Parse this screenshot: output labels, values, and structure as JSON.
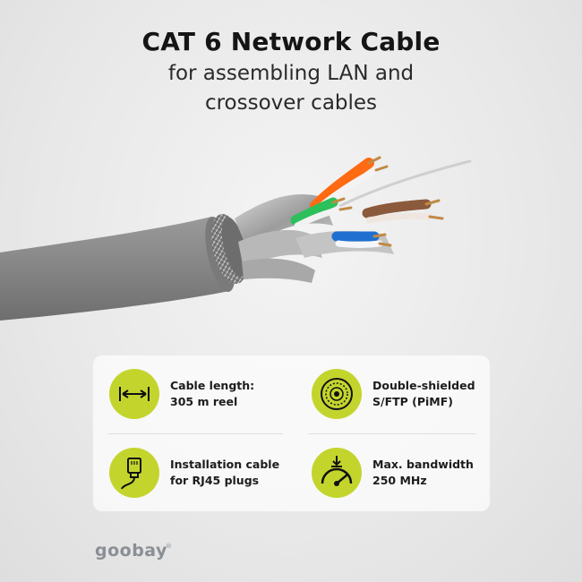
{
  "header": {
    "title": "CAT 6 Network Cable",
    "subtitle_line1": "for assembling LAN and",
    "subtitle_line2": "crossover cables"
  },
  "features": [
    {
      "icon": "length-arrows-icon",
      "line1": "Cable length:",
      "line2": "305 m reel"
    },
    {
      "icon": "shield-braid-icon",
      "line1": "Double-shielded",
      "line2": "S/FTP (PiMF)"
    },
    {
      "icon": "rj45-plug-icon",
      "line1": "Installation cable",
      "line2": "for RJ45 plugs"
    },
    {
      "icon": "bandwidth-gauge-icon",
      "line1": "Max. bandwidth",
      "line2": "250 MHz"
    }
  ],
  "brand": {
    "logo_text": "goobay",
    "registered": "®"
  },
  "colors": {
    "accent": "#c3d52d",
    "title": "#151515",
    "cable_jacket": "#8a8a8a",
    "pair_orange": "#ff6a13",
    "pair_green": "#2cc05a",
    "pair_brown": "#8b5a3c",
    "pair_blue": "#1f6fd1",
    "logo": "#8a8f95"
  }
}
